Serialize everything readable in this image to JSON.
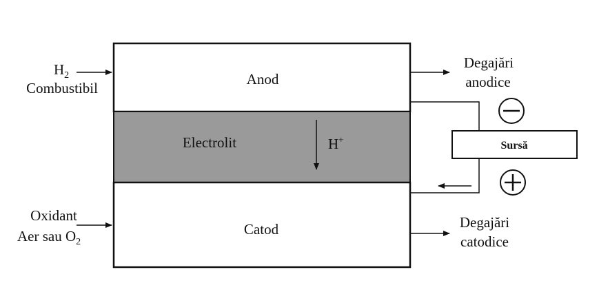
{
  "layers": {
    "anode": "Anod",
    "electrolyte": "Electrolit",
    "cathode": "Catod"
  },
  "ion": {
    "base": "H",
    "sup": "+"
  },
  "inputs": {
    "fuel": {
      "formula_base": "H",
      "formula_sub": "2",
      "label": "Combustibil"
    },
    "oxidant": {
      "label": "Oxidant",
      "line2_text": "Aer sau O",
      "line2_sub": "2"
    }
  },
  "outputs": {
    "anode": {
      "line1": "Degajări",
      "line2": "anodice"
    },
    "cathode": {
      "line1": "Degajări",
      "line2": "catodice"
    }
  },
  "source": {
    "label": "Sursă",
    "negative": "minus",
    "positive": "plus"
  },
  "colors": {
    "stroke": "#111111",
    "electrolyte_fill": "#9a9a9a",
    "background": "#ffffff"
  }
}
